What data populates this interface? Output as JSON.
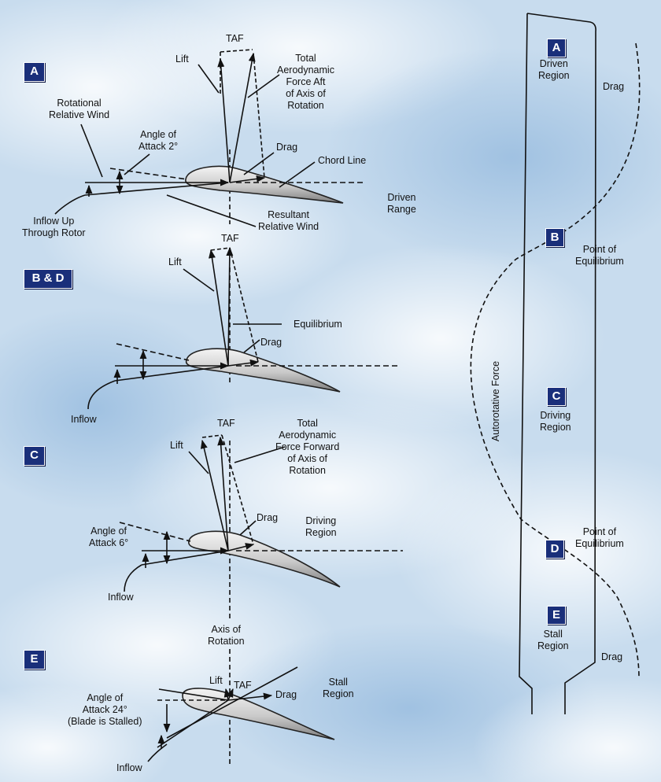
{
  "panels": {
    "a": {
      "badge": "A",
      "lift": "Lift",
      "taf": "TAF",
      "total_force": "Total\nAerodynamic\nForce Aft\nof Axis of\nRotation",
      "rotational_relative_wind": "Rotational\nRelative Wind",
      "angle_of_attack": "Angle of\nAttack 2°",
      "drag": "Drag",
      "chord_line": "Chord Line",
      "driven_range": "Driven\nRange",
      "inflow": "Inflow Up\nThrough Rotor",
      "resultant_relative_wind": "Resultant\nRelative Wind"
    },
    "bd": {
      "badge": "B & D",
      "taf": "TAF",
      "lift": "Lift",
      "equilibrium": "Equilibrium",
      "drag": "Drag",
      "inflow": "Inflow"
    },
    "c": {
      "badge": "C",
      "taf": "TAF",
      "lift": "Lift",
      "total_force": "Total\nAerodynamic\nForce Forward\nof Axis of\nRotation",
      "drag": "Drag",
      "driving_region": "Driving\nRegion",
      "angle_of_attack": "Angle of\nAttack 6°",
      "inflow": "Inflow",
      "axis_of_rotation": "Axis of\nRotation"
    },
    "e": {
      "badge": "E",
      "lift": "Lift",
      "taf": "TAF",
      "drag": "Drag",
      "stall_region": "Stall\nRegion",
      "angle_of_attack": "Angle of\nAttack 24°\n(Blade is Stalled)",
      "inflow": "Inflow"
    }
  },
  "blade_diagram": {
    "drag_top": "Drag",
    "drag_bottom": "Drag",
    "autorotative_force": "Autorotative Force",
    "regions": [
      {
        "badge": "A",
        "label": "Driven\nRegion"
      },
      {
        "badge": "B",
        "label": "Point of\nEquilibrium"
      },
      {
        "badge": "C",
        "label": "Driving\nRegion"
      },
      {
        "badge": "D",
        "label": "Point of\nEquilibrium"
      },
      {
        "badge": "E",
        "label": "Stall\nRegion"
      }
    ]
  },
  "colors": {
    "badge_fill": "#1a2f7a",
    "sky": "#c7dcee",
    "line": "#111111"
  }
}
